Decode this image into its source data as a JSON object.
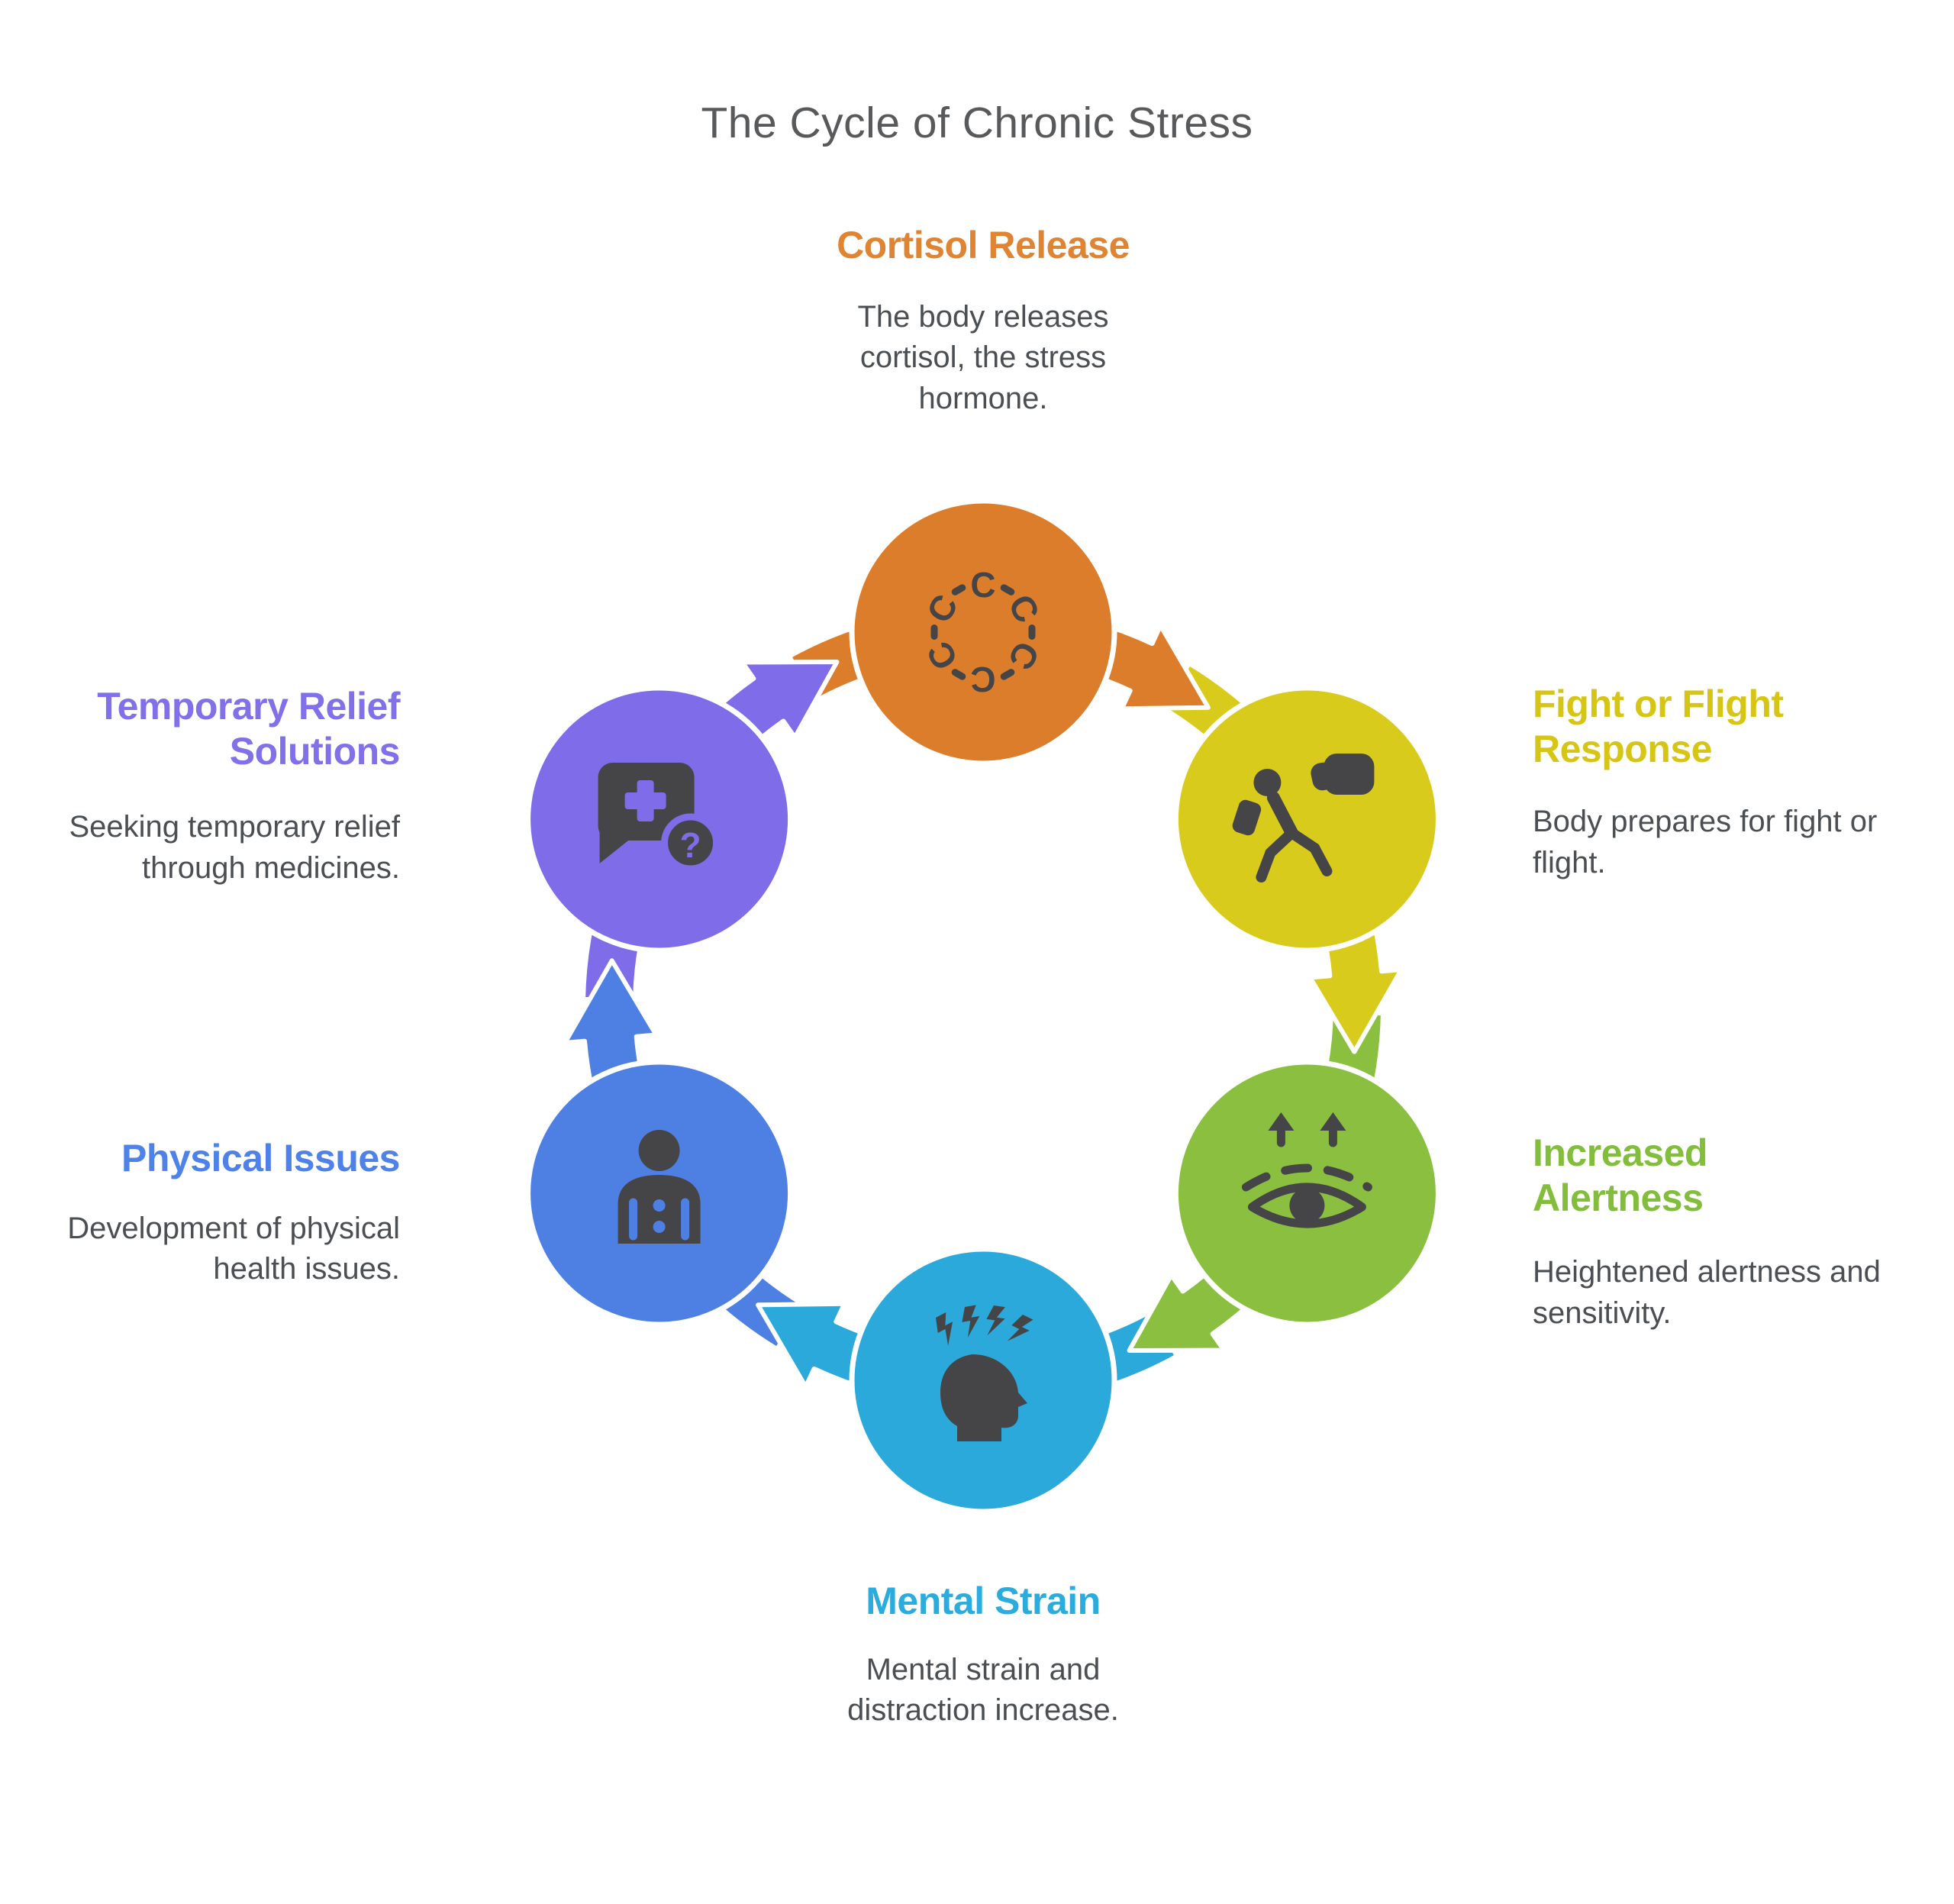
{
  "title": {
    "text": "The Cycle of Chronic Stress",
    "color": "#58595B"
  },
  "background_color": "#FFFFFF",
  "icon_color": "#454548",
  "description_color": "#4B4F53",
  "nodes": [
    {
      "id": "cortisol-release",
      "label": "Cortisol Release",
      "description": "The body releases cortisol, the stress hormone.",
      "circle_color": "#DC7D2B",
      "label_color": "#DF8432",
      "icon": "molecule-icon"
    },
    {
      "id": "fight-or-flight",
      "label": "Fight or Flight Response",
      "description": "Body prepares for fight or flight.",
      "circle_color": "#D9CB1B",
      "label_color": "#D6C515",
      "icon": "fist-runner-icon"
    },
    {
      "id": "increased-alertness",
      "label": "Increased Alertness",
      "description": "Heightened alertness and sensitivity.",
      "circle_color": "#8BBF40",
      "label_color": "#82BD3C",
      "icon": "alert-eye-icon"
    },
    {
      "id": "mental-strain",
      "label": "Mental Strain",
      "description": "Mental strain and distraction increase.",
      "circle_color": "#2AA9DA",
      "label_color": "#2BACDF",
      "icon": "strained-head-icon"
    },
    {
      "id": "physical-issues",
      "label": "Physical Issues",
      "description": "Development of physical health issues.",
      "circle_color": "#4E80E4",
      "label_color": "#4E82E9",
      "icon": "person-icon"
    },
    {
      "id": "temporary-relief-solutions",
      "label": "Temporary Relief Solutions",
      "description": "Seeking temporary relief through medicines.",
      "circle_color": "#7E6CE8",
      "label_color": "#8070E9",
      "icon": "medical-chat-icon"
    }
  ],
  "flow_order": [
    "cortisol-release",
    "fight-or-flight",
    "increased-alertness",
    "mental-strain",
    "physical-issues",
    "temporary-relief-solutions"
  ]
}
